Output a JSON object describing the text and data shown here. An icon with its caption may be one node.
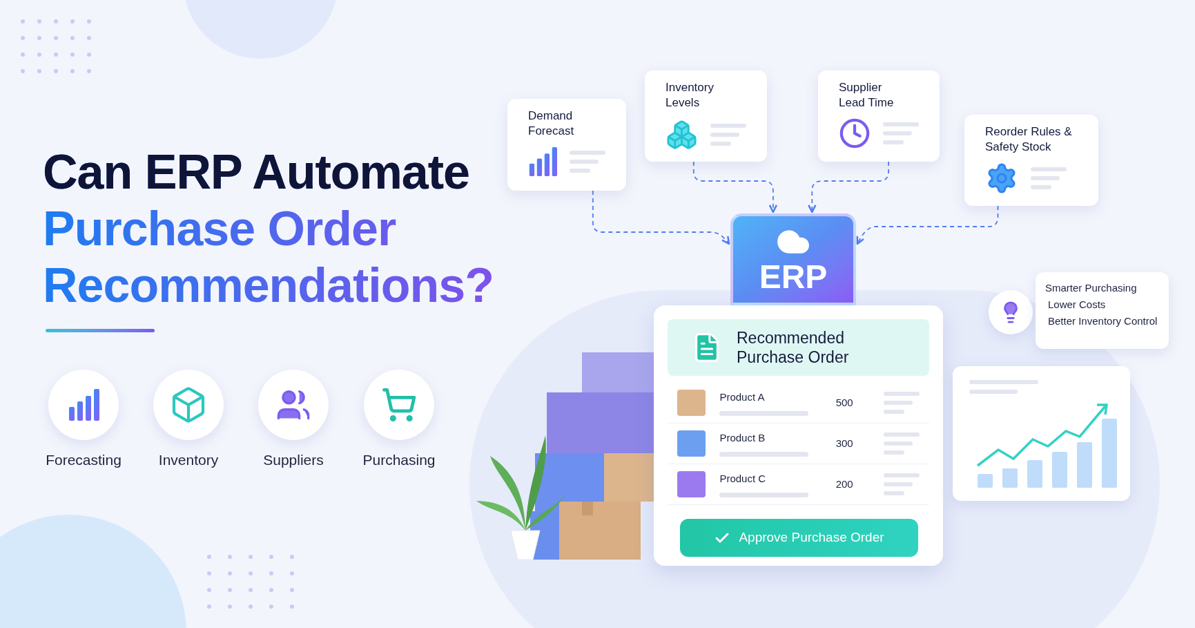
{
  "diagram": {
    "title": "Can ERP Automate Purchase Order Recommendations?",
    "nodes": [
      {
        "text": [
          "Demand Forecast"
        ]
      },
      {
        "text": [
          "Inventory Levels"
        ]
      },
      {
        "text": [
          "Supplier Lead Time"
        ]
      },
      {
        "text": [
          "Reorder Rules & Safety Stock"
        ]
      },
      {
        "text": [
          "ERP"
        ]
      },
      {
        "text": [
          "Recommended Purchase Order"
        ]
      },
      {
        "text": [
          "Smarter Purchasing",
          "Lower Costs",
          "Better Inventory Control"
        ]
      }
    ],
    "edges": [
      {
        "from": 0,
        "to": 4,
        "arrow": "to",
        "style": "dashed"
      },
      {
        "from": 1,
        "to": 4,
        "arrow": "to",
        "style": "dashed"
      },
      {
        "from": 2,
        "to": 4,
        "arrow": "to",
        "style": "dashed"
      },
      {
        "from": 3,
        "to": 4,
        "arrow": "to",
        "style": "dashed"
      }
    ],
    "labels": [
      "Forecasting",
      "Inventory",
      "Suppliers",
      "Purchasing",
      "Product A",
      "500",
      "Product B",
      "300",
      "Product C",
      "200",
      "Approve Purchase Order"
    ]
  }
}
